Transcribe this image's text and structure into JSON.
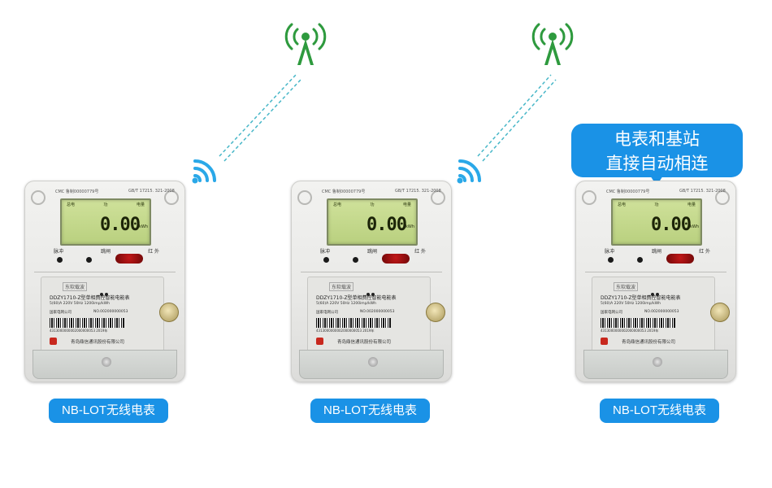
{
  "colors": {
    "tower": "#2e9a3e",
    "wifi": "#2aa8e8",
    "link": "#48b7c8",
    "label_bg": "#1a92e6",
    "label_text": "#ffffff"
  },
  "icons": [
    "antenna-tower-icon",
    "wifi-signal-icon"
  ],
  "callout": {
    "line1": "电表和基站",
    "line2": "直接自动相连"
  },
  "meters": [
    {
      "cert": "CMC 鲁制00000779号",
      "standard": "GB/T 17215. 321-2008",
      "lcd_labels": [
        "总电",
        "功",
        "电量"
      ],
      "reading": "0.00",
      "unit": "kWh",
      "indicators": [
        "脉冲",
        "跳闸",
        "红 外"
      ],
      "brand": "东软载波",
      "model": "DDZY1710-Z型单相费控智能电能表",
      "spec": "5(60)A  220V  50Hz  1200imp/kWh",
      "owner": "国家电网公司",
      "serial": "NO.002000000053",
      "barcode_num": "4313000000002000000053     2019年",
      "manufacturer": "青岛鼎信通讯股份有限公司",
      "label": "NB-LOT无线电表"
    },
    {
      "cert": "CMC 鲁制00000779号",
      "standard": "GB/T 17215. 321-2008",
      "lcd_labels": [
        "总电",
        "功",
        "电量"
      ],
      "reading": "0.00",
      "unit": "kWh",
      "indicators": [
        "脉冲",
        "跳闸",
        "红 外"
      ],
      "brand": "东软载波",
      "model": "DDZY1710-Z型单相费控智能电能表",
      "spec": "5(60)A  220V  50Hz  1200imp/kWh",
      "owner": "国家电网公司",
      "serial": "NO.002000000053",
      "barcode_num": "4313000000002000000053     2019年",
      "manufacturer": "青岛鼎信通讯股份有限公司",
      "label": "NB-LOT无线电表"
    },
    {
      "cert": "CMC 鲁制00000779号",
      "standard": "GB/T 17215. 321-2008",
      "lcd_labels": [
        "总电",
        "功",
        "电量"
      ],
      "reading": "0.00",
      "unit": "kWh",
      "indicators": [
        "脉冲",
        "跳闸",
        "红 外"
      ],
      "brand": "东软载波",
      "model": "DDZY1710-Z型单相费控智能电能表",
      "spec": "5(60)A  220V  50Hz  1200imp/kWh",
      "owner": "国家电网公司",
      "serial": "NO.002000000053",
      "barcode_num": "4313000000002000000053     2019年",
      "manufacturer": "青岛鼎信通讯股份有限公司",
      "label": "NB-LOT无线电表"
    }
  ]
}
